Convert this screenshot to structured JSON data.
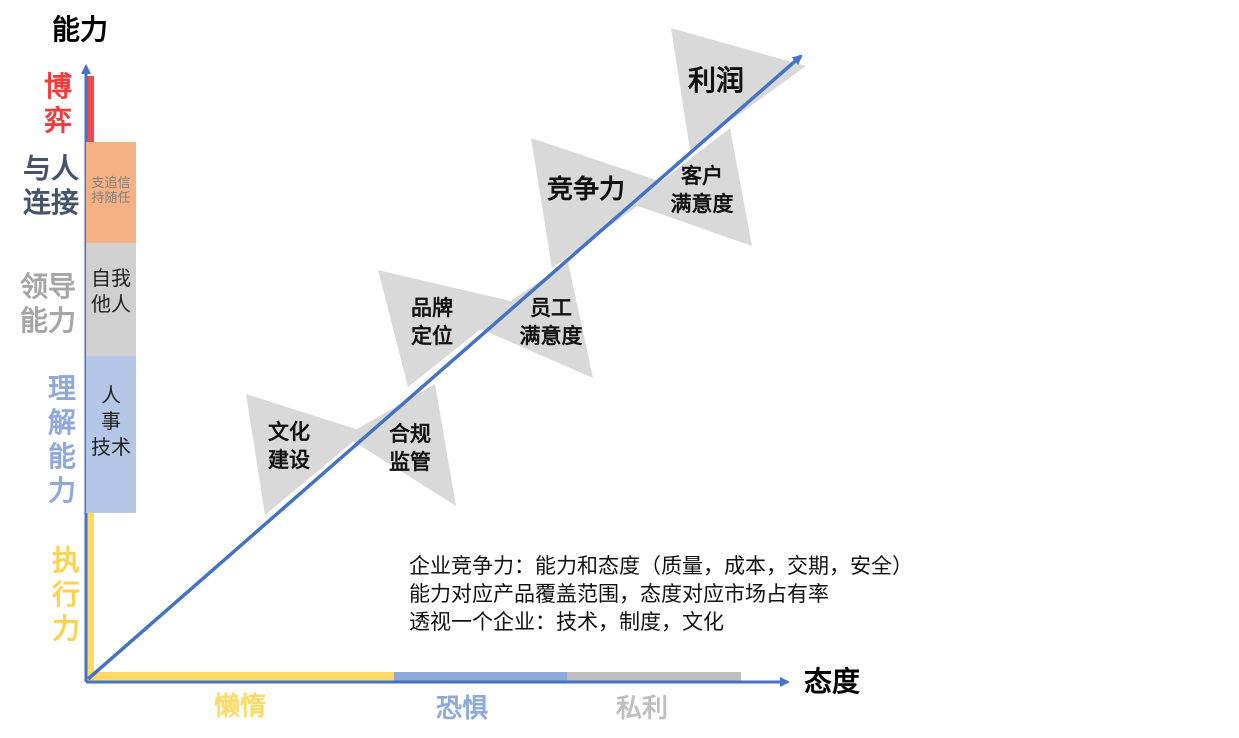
{
  "axes": {
    "y_title": "能力",
    "x_title": "态度"
  },
  "y_categories": [
    {
      "label": "博\n弈",
      "color": "#f03c3c"
    },
    {
      "label": "与人\n连接",
      "color": "#44546a"
    },
    {
      "label": "领导\n能力",
      "color": "#a6a6a6"
    },
    {
      "label": "理\n解\n能\n力",
      "color": "#8fa9dc"
    },
    {
      "label": "执\n行\n力",
      "color": "#ffd24d"
    }
  ],
  "y_blocks": [
    {
      "text": "支追信\n持随任",
      "color": "#f4b183"
    },
    {
      "text": "自我\n他人",
      "color": "#d0d0d0"
    },
    {
      "text": "人\n事\n技术",
      "color": "#b4c7e7"
    }
  ],
  "x_categories": [
    {
      "label": "懒惰",
      "color": "#ffd966"
    },
    {
      "label": "恐惧",
      "color": "#8eaadb"
    },
    {
      "label": "私利",
      "color": "#bfbfbf"
    }
  ],
  "stages": [
    {
      "label": "文化\n建设"
    },
    {
      "label": "合规\n监管"
    },
    {
      "label": "品牌\n定位"
    },
    {
      "label": "员工\n满意度"
    },
    {
      "label": "竞争力"
    },
    {
      "label": "客户\n满意度"
    },
    {
      "label": "利润"
    }
  ],
  "notes": [
    "企业竞争力：能力和态度（质量，成本，交期，安全）",
    "能力对应产品覆盖范围，态度对应市场占有率",
    "透视一个企业：技术，制度，文化"
  ],
  "colors": {
    "axis": "#4472c4",
    "triangle": "#d9d9d9"
  }
}
